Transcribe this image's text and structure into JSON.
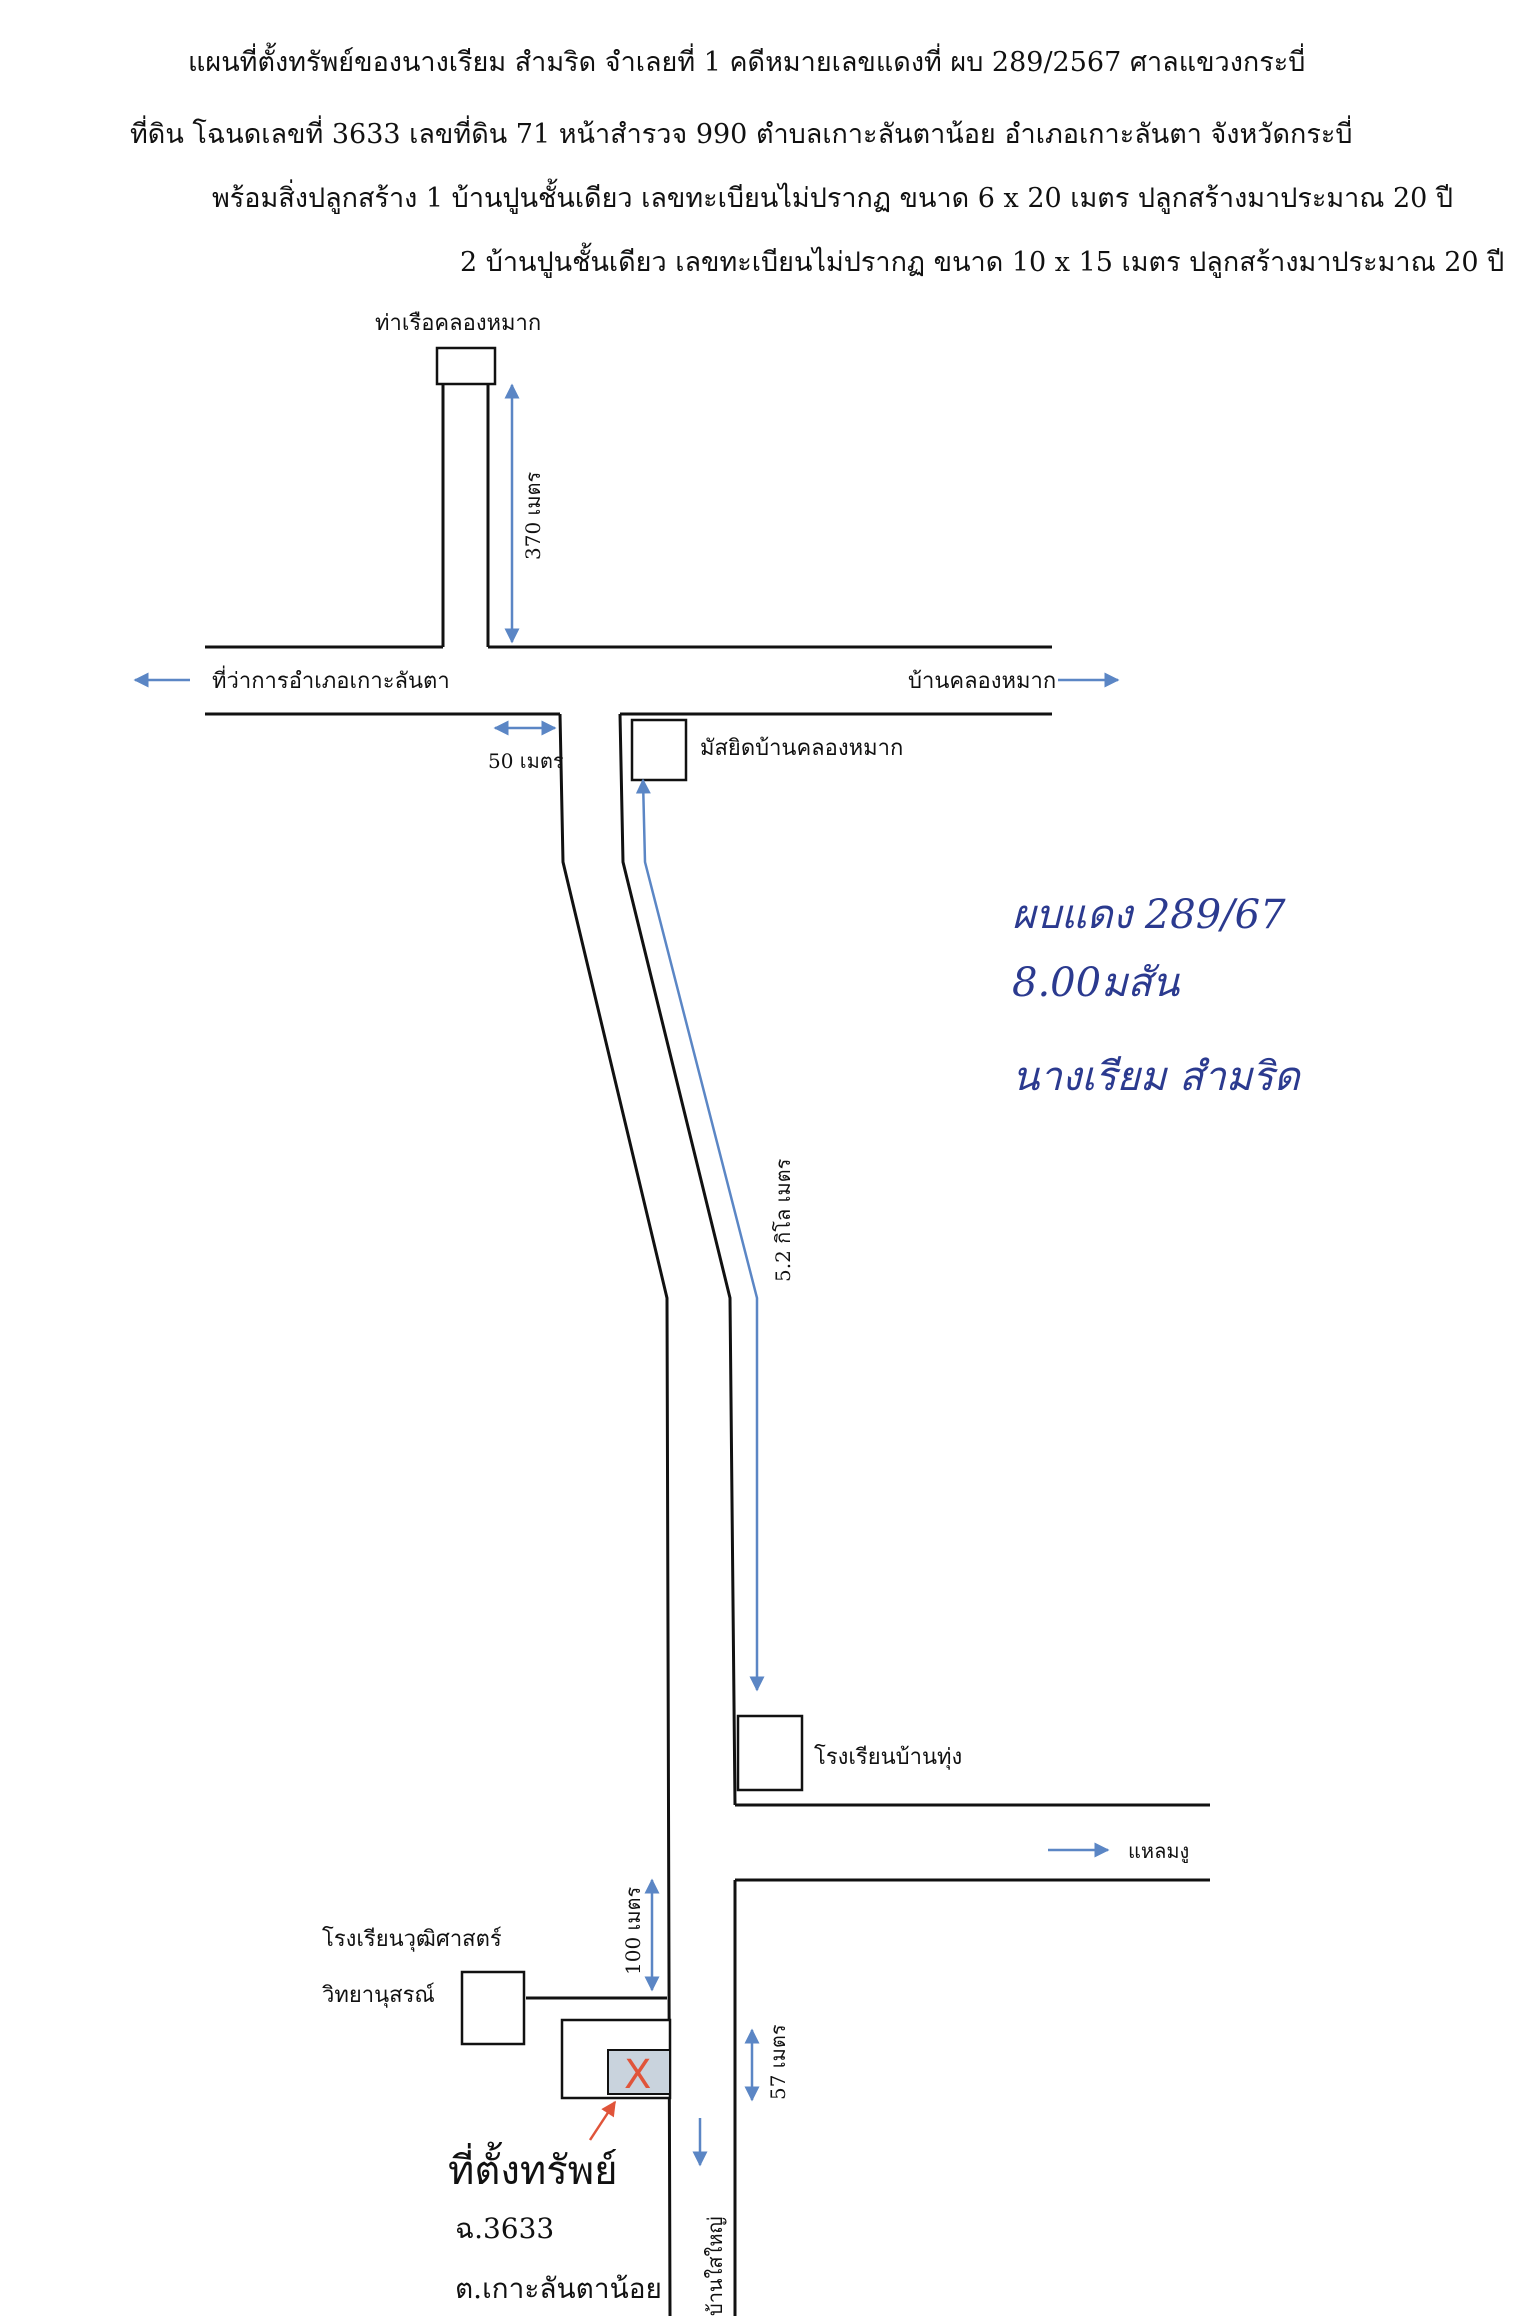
{
  "header": {
    "line1": "แผนที่ตั้งทรัพย์ของนางเรียม  สำมริด  จำเลยที่ 1 คดีหมายเลขแดงที่ ผบ 289/2567  ศาลแขวงกระบี่",
    "line2": "ที่ดิน  โฉนดเลขที่ 3633  เลขที่ดิน 71  หน้าสำรวจ 990  ตำบลเกาะลันตาน้อย  อำเภอเกาะลันตา  จังหวัดกระบี่",
    "line3": "พร้อมสิ่งปลูกสร้าง    1   บ้านปูนชั้นเดียว เลขทะเบียนไม่ปรากฏ ขนาด 6 x 20 เมตร ปลูกสร้างมาประมาณ 20 ปี",
    "line4": "2   บ้านปูนชั้นเดียว เลขทะเบียนไม่ปรากฏ ขนาด 10 x 15 เมตร ปลูกสร้างมาประมาณ 20 ปี"
  },
  "map": {
    "pier": "ท่าเรือคลองหมาก",
    "dist_370": "370 เมตร",
    "district_office": "ที่ว่าการอำเภอเกาะลันตา",
    "ban_khlong_mak": "บ้านคลองหมาก",
    "dist_50": "50 เมตร",
    "mosque": "มัสยิดบ้านคลองหมาก",
    "dist_52km": "5.2 กิโล เมตร",
    "school_ban_thung": "โรงเรียนบ้านทุ่ง",
    "laem_mu": "แหลมงู",
    "school_wut_line1": "โรงเรียนวุฒิศาสตร์",
    "school_wut_line2": "วิทยานุสรณ์",
    "dist_100": "100 เมตร",
    "dist_57": "57 เมตร",
    "property_marker": "X",
    "property_label": "ที่ตั้งทรัพย์",
    "deed_no": "ฉ.3633",
    "subdistrict": "ต.เกาะลันตาน้อย",
    "ban_sai_yai": "บ้านใสใหญ่"
  },
  "note": {
    "line1": "ผบแดง 289/67",
    "line2": "8.00มสัน",
    "line3": "นางเรียม สำมริด"
  },
  "colors": {
    "arrow": "#5b86c5",
    "marker": "#e0543a",
    "lot_fill": "#c9d3dd",
    "handwriting": "#2b3a8f"
  }
}
